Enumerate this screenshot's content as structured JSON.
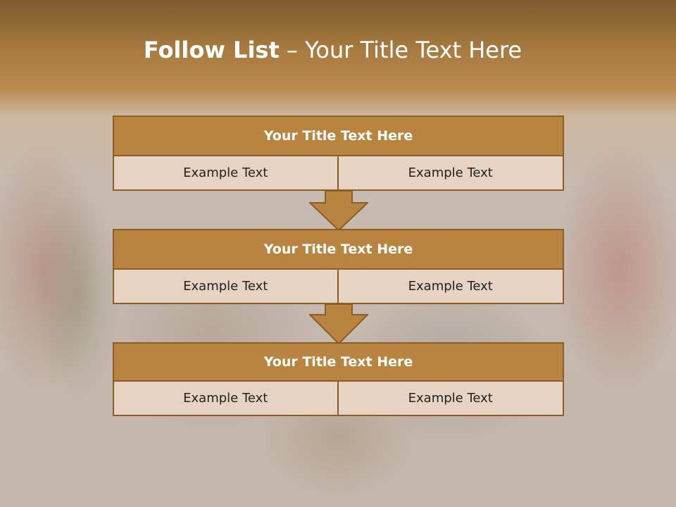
{
  "slide": {
    "title_bold": "Follow List",
    "title_rest": " – Your Title Text Here"
  },
  "blocks": [
    {
      "header": "Your Title Text Here",
      "left": "Example Text",
      "right": "Example Text"
    },
    {
      "header": "Your Title Text Here",
      "left": "Example Text",
      "right": "Example Text"
    },
    {
      "header": "Your Title Text Here",
      "left": "Example Text",
      "right": "Example Text"
    }
  ],
  "colors": {
    "header_fill": "#b8843f",
    "cell_fill": "#e6d3c3",
    "border": "#8a5e24"
  },
  "icons": [
    "down-arrow-icon",
    "down-arrow-icon"
  ]
}
